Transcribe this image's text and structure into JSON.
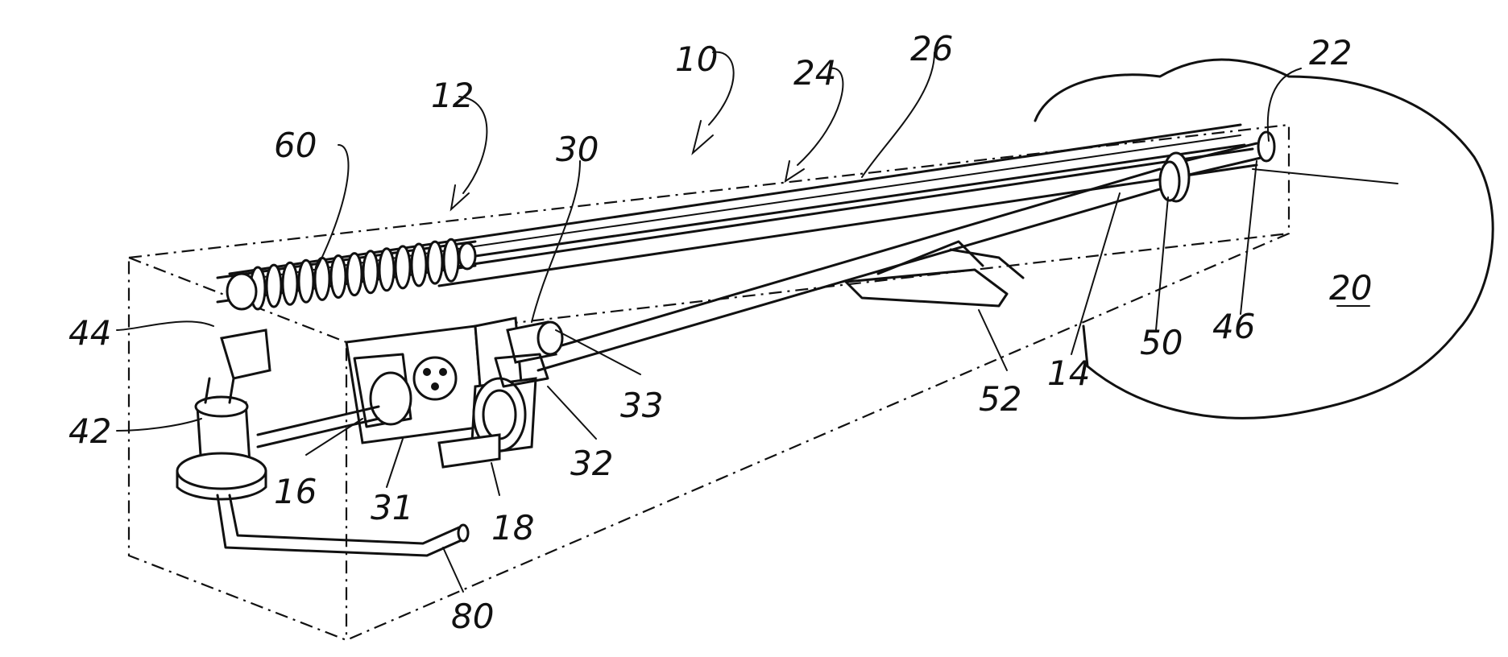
{
  "figure": {
    "reference_numerals": {
      "n10": "10",
      "n12": "12",
      "n14": "14",
      "n16": "16",
      "n18": "18",
      "n20": "20",
      "n22": "22",
      "n24": "24",
      "n26": "26",
      "n30": "30",
      "n31": "31",
      "n32": "32",
      "n33": "33",
      "n42": "42",
      "n44": "44",
      "n46": "46",
      "n50": "50",
      "n52": "52",
      "n60": "60",
      "n80": "80"
    },
    "colors": {
      "ink": "#111111",
      "paper": "#ffffff"
    }
  }
}
